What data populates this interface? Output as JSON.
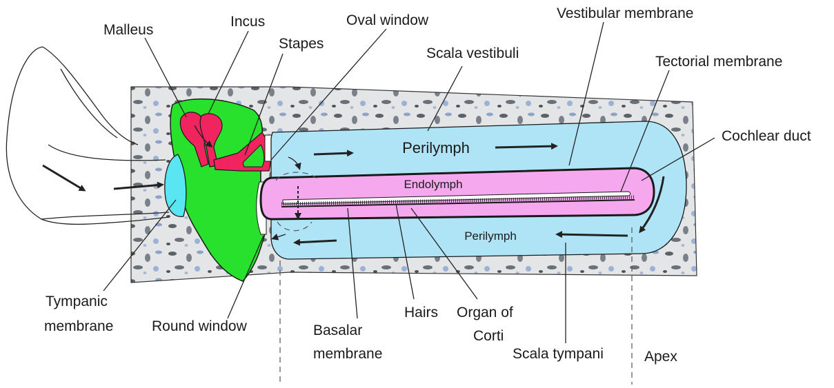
{
  "labels": {
    "malleus": "Malleus",
    "incus": "Incus",
    "stapes": "Stapes",
    "oval_window": "Oval window",
    "scala_vestibuli": "Scala vestibuli",
    "vestibular_membrane": "Vestibular membrane",
    "tectorial_membrane": "Tectorial membrane",
    "cochlear_duct": "Cochlear duct",
    "tympanic_membrane_1": "Tympanic",
    "tympanic_membrane_2": "membrane",
    "round_window": "Round window",
    "basalar_membrane_1": "Basalar",
    "basalar_membrane_2": "membrane",
    "hairs": "Hairs",
    "organ_of_corti_1": "Organ of",
    "organ_of_corti_2": "Corti",
    "scala_tympani": "Scala tympani",
    "apex": "Apex"
  },
  "inner": {
    "perilymph_upper": "Perilymph",
    "endolymph": "Endolymph",
    "perilymph_lower": "Perilymph"
  },
  "colors": {
    "perilymph": "#aee4f6",
    "endolymph": "#f6a8ef",
    "middle_ear": "#27e12d",
    "ossicles": "#f0245f",
    "tympanic": "#59e5f2",
    "bone": "#d7dadd"
  }
}
